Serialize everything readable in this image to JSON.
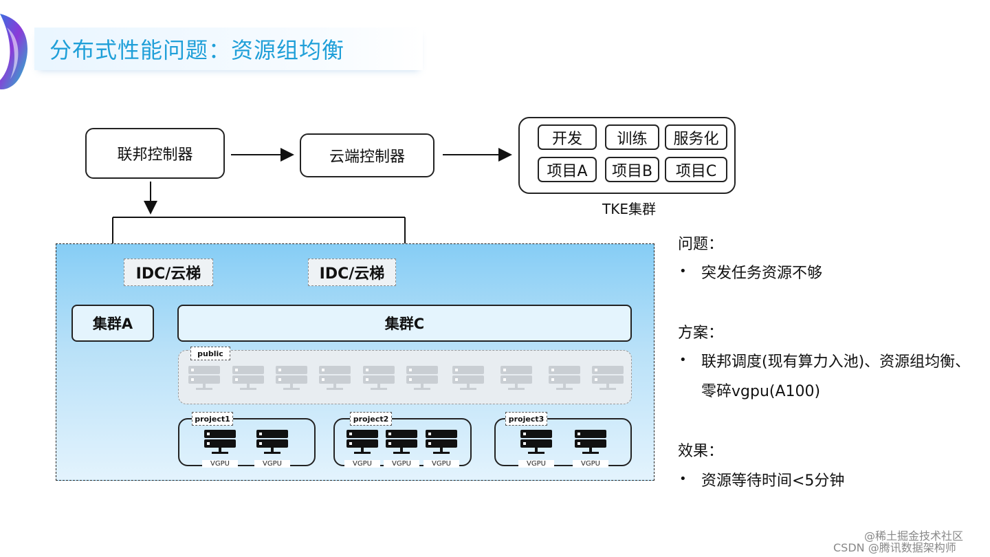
{
  "title": "分布式性能问题：资源组均衡",
  "diagram": {
    "federation_controller": "联邦控制器",
    "cloud_controller": "云端控制器",
    "tke_tags": [
      "开发",
      "训练",
      "服务化",
      "项目A",
      "项目B",
      "项目C"
    ],
    "tke_label": "TKE集群",
    "idc_left": "IDC/云梯",
    "idc_right": "IDC/云梯",
    "cluster_a": "集群A",
    "cluster_c": "集群C",
    "public_label": "public",
    "projects": [
      {
        "label": "project1",
        "vgpu": [
          "VGPU",
          "VGPU"
        ]
      },
      {
        "label": "project2",
        "vgpu": [
          "VGPU",
          "VGPU",
          "VGPU"
        ]
      },
      {
        "label": "project3",
        "vgpu": [
          "VGPU",
          "VGPU"
        ]
      }
    ]
  },
  "notes": {
    "problem_heading": "问题：",
    "problem_item": "突发任务资源不够",
    "solution_heading": "方案：",
    "solution_item_line1": "联邦调度(现有算力入池)、资源组均衡、",
    "solution_item_line2": "零碎vgpu(A100)",
    "effect_heading": "效果：",
    "effect_item": "资源等待时间<5分钟",
    "bullet": "•"
  },
  "watermark": {
    "line1": "@稀土掘金技术社区",
    "line2": "CSDN @腾讯数据架构师"
  },
  "colors": {
    "title": "#1f9fd8",
    "blue_area_top": "#86cdf5",
    "blue_area_bottom": "#e3f3fd",
    "server_dark": "#111111",
    "server_light": "#c9ced3"
  }
}
